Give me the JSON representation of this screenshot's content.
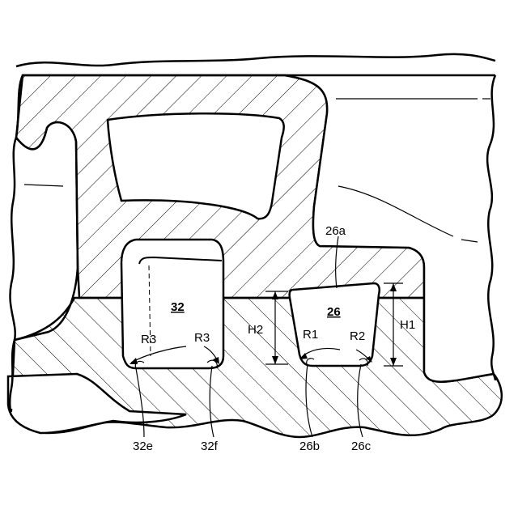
{
  "labels": {
    "l32": "32",
    "l26": "26",
    "l26a": "26a",
    "lH1": "H1",
    "lH2": "H2",
    "lR1": "R1",
    "lR2": "R2",
    "lR3a": "R3",
    "lR3b": "R3",
    "l32e": "32e",
    "l32f": "32f",
    "l26b": "26b",
    "l26c": "26c"
  }
}
